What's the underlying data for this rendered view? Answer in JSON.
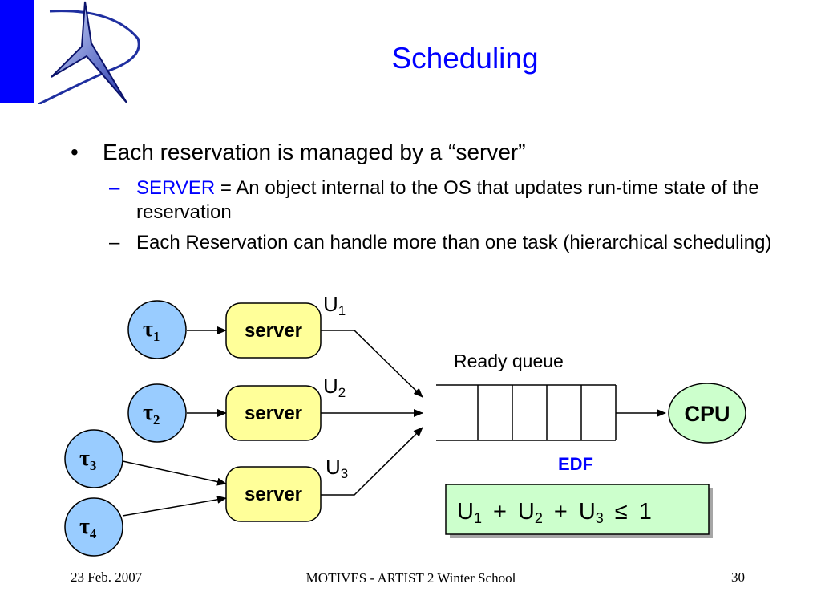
{
  "slide": {
    "title": "Scheduling",
    "bullets": {
      "main": "Each reservation is managed by a “server”",
      "sub1_term": "SERVER",
      "sub1_rest": " = An object internal to the OS that updates run-time state of the reservation",
      "sub2": "Each Reservation can handle more than one task (hierarchical scheduling)"
    }
  },
  "diagram": {
    "tasks": [
      {
        "sym": "τ",
        "sub": "1"
      },
      {
        "sym": "τ",
        "sub": "2"
      },
      {
        "sym": "τ",
        "sub": "3"
      },
      {
        "sym": "τ",
        "sub": "4"
      }
    ],
    "servers": [
      {
        "label": "server",
        "u": "U",
        "usub": "1"
      },
      {
        "label": "server",
        "u": "U",
        "usub": "2"
      },
      {
        "label": "server",
        "u": "U",
        "usub": "3"
      }
    ],
    "queue_label": "Ready queue",
    "queue_slots": 5,
    "cpu_label": "CPU",
    "policy_label": "EDF",
    "constraint": {
      "terms": [
        {
          "u": "U",
          "sub": "1"
        },
        {
          "u": "U",
          "sub": "2"
        },
        {
          "u": "U",
          "sub": "3"
        }
      ],
      "plus": "+",
      "leq": "≤",
      "bound": "1"
    }
  },
  "footer": {
    "date": "23 Feb. 2007",
    "center": "MOTIVES - ARTIST 2 Winter School",
    "page": "30"
  },
  "colors": {
    "accent": "#0000ff",
    "task_fill": "#99ccff",
    "server_fill": "#ffff99",
    "cpu_fill": "#ccffcc",
    "constraint_fill": "#ccffcc"
  }
}
